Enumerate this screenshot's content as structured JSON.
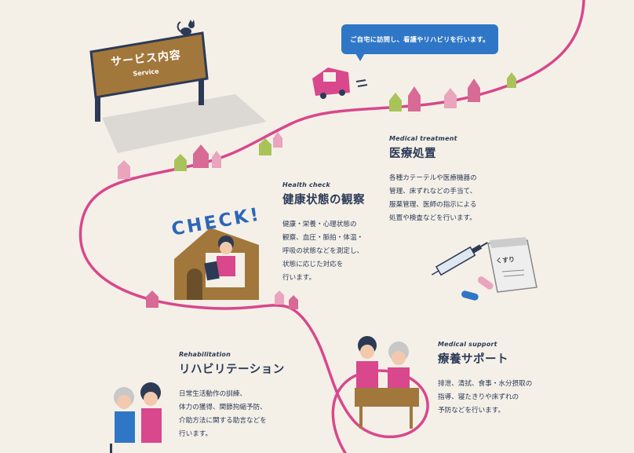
{
  "sign": {
    "title": "サービス内容",
    "subtitle": "Service"
  },
  "bubble": {
    "text": "ご自宅に訪問し、看護やリハビリを行います。"
  },
  "check_label": "CHECK!",
  "medicine_label": "くすり",
  "sections": {
    "medical_treatment": {
      "subtitle": "Medical treatment",
      "title": "医療処置",
      "description": "各種カテーテルや医療機器の\n管理、床ずれなどの手当て、\n服薬管理、医師の指示による\n処置や検査などを行います。"
    },
    "health_check": {
      "subtitle": "Health check",
      "title": "健康状態の観察",
      "description": "健康・栄養・心理状態の\n観察、血圧・脈拍・体温・\n呼吸の状態などを測定し、\n状態に応じた対応を\n行います。"
    },
    "rehabilitation": {
      "subtitle": "Rehabilitation",
      "title": "リハビリテーション",
      "description": "日常生活動作の訓練、\n体力の獲得、関節拘縮予防、\n介助方法に関する助言などを\n行います。"
    },
    "medical_support": {
      "subtitle": "Medical support",
      "title": "療養サポート",
      "description": "排泄、清拭、食事・水分摂取の\n指導、寝たきりや床ずれの\n予防などを行います。"
    }
  },
  "colors": {
    "background": "#f4f0e8",
    "path": "#d9478c",
    "navy": "#2c3a55",
    "bubble": "#2f77c6",
    "sign": "#a2773c"
  },
  "icons": [
    "cat-icon",
    "car-icon",
    "house-icon",
    "syringe-icon",
    "medicine-bag-icon",
    "capsule-icon"
  ]
}
